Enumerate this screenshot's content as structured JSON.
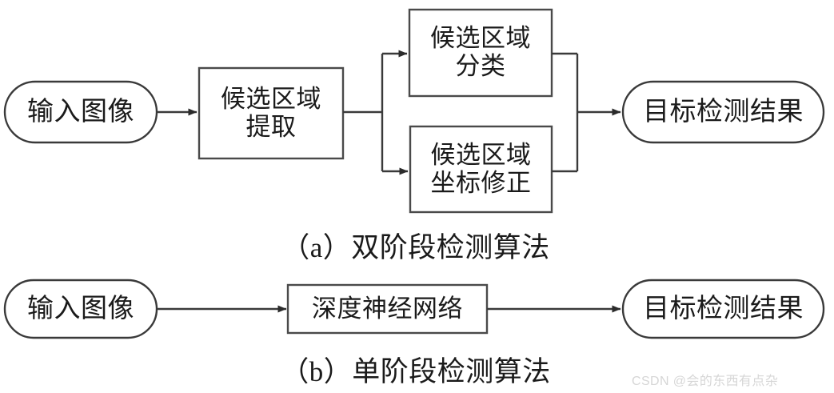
{
  "figure": {
    "background_color": "#ffffff",
    "stroke_color": "#3a3a3a",
    "text_color": "#1a1a1a",
    "watermark_color": "#d6d6d6"
  },
  "diagram_a": {
    "caption": "（a）双阶段检测算法",
    "nodes": {
      "input": {
        "label": "输入图像",
        "shape": "stadium"
      },
      "proposal": {
        "label": "候选区域\n提取",
        "shape": "rect"
      },
      "classify": {
        "label": "候选区域\n分类",
        "shape": "rect"
      },
      "regress": {
        "label": "候选区域\n坐标修正",
        "shape": "rect"
      },
      "output": {
        "label": "目标检测结果",
        "shape": "stadium"
      }
    },
    "edges": [
      {
        "from": "input",
        "to": "proposal",
        "arrow": true
      },
      {
        "from": "proposal",
        "to": "classify",
        "arrow": true
      },
      {
        "from": "proposal",
        "to": "regress",
        "arrow": true
      },
      {
        "from": "classify",
        "to": "output",
        "arrow": true
      },
      {
        "from": "regress",
        "to": "output",
        "arrow": true
      }
    ]
  },
  "diagram_b": {
    "caption": "（b）单阶段检测算法",
    "nodes": {
      "input": {
        "label": "输入图像",
        "shape": "stadium"
      },
      "network": {
        "label": "深度神经网络",
        "shape": "rect"
      },
      "output": {
        "label": "目标检测结果",
        "shape": "stadium"
      }
    },
    "edges": [
      {
        "from": "input",
        "to": "network",
        "arrow": true
      },
      {
        "from": "network",
        "to": "output",
        "arrow": true
      }
    ]
  },
  "watermark": {
    "text": "CSDN @会的东西有点杂"
  }
}
